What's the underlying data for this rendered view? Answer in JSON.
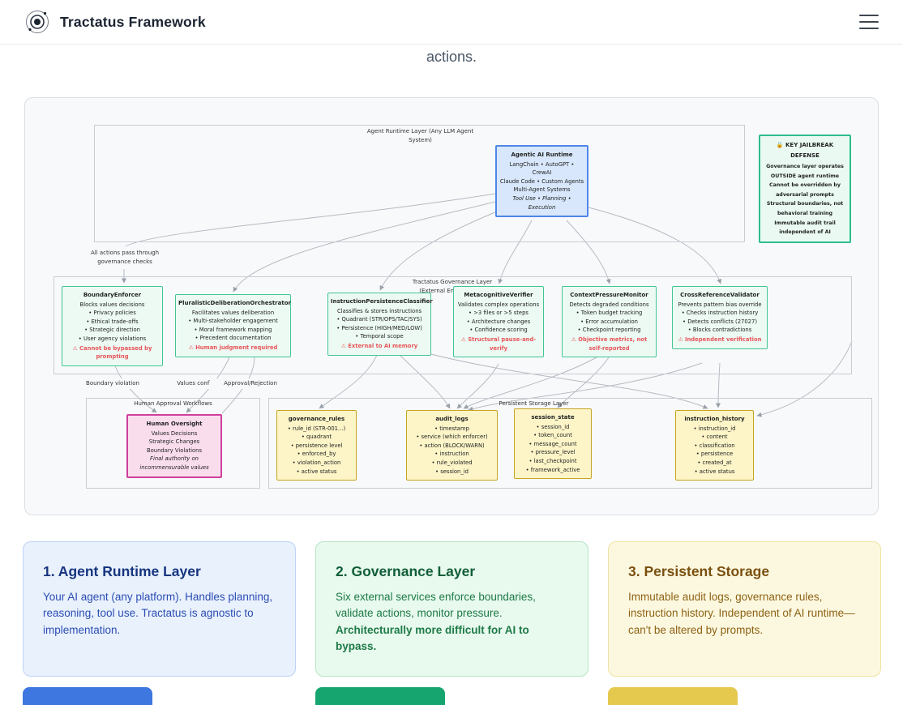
{
  "header": {
    "title": "Tractatus Framework"
  },
  "page": {
    "partial_text": "actions."
  },
  "colors": {
    "runtime_blue": "#4f86e8",
    "governance_green": "#2ebd8d",
    "human_pink": "#cf3f9d",
    "storage_yellow": "#c7a325",
    "warning_red": "#e8555b",
    "bar_blue": "#3e77e0",
    "bar_green": "#17a56f",
    "bar_yellow": "#e5c94f"
  },
  "diagram": {
    "runtime_layer_label": "Agent Runtime Layer (Any LLM Agent System)",
    "runtime_node": {
      "title": "Agentic AI Runtime",
      "lines": [
        "LangChain • AutoGPT • CrewAI",
        "Claude Code • Custom Agents",
        "Multi-Agent Systems"
      ],
      "italic": "Tool Use • Planning • Execution"
    },
    "jailbreak_box": {
      "lock_icon": "🔒",
      "title": "KEY JAILBREAK DEFENSE",
      "lines": [
        "Governance layer operates OUTSIDE agent runtime",
        "Cannot be overridden by adversarial prompts",
        "Structural boundaries, not behavioral training",
        "Immutable audit trail independent of AI"
      ]
    },
    "edge_labels": {
      "all_actions": "All actions pass through governance checks",
      "boundary_violation": "Boundary violation",
      "values_conflict": "Values conflict",
      "approval_rejection": "Approval/Rejection"
    },
    "governance_layer_label": "Tractatus Governance Layer (External Enforcement)",
    "services": [
      {
        "name": "BoundaryEnforcer",
        "desc": "Blocks values decisions",
        "bullets": [
          "• Privacy policies",
          "• Ethical trade-offs",
          "• Strategic direction",
          "• User agency violations"
        ],
        "warning": "⚠ Cannot be bypassed by prompting"
      },
      {
        "name": "PluralisticDeliberationOrchestrator",
        "desc": "Facilitates values deliberation",
        "bullets": [
          "• Multi-stakeholder engagement",
          "• Moral framework mapping",
          "• Precedent documentation"
        ],
        "warning": "⚠ Human judgment required"
      },
      {
        "name": "InstructionPersistenceClassifier",
        "desc": "Classifies & stores instructions",
        "bullets": [
          "• Quadrant (STR/OPS/TAC/SYS)",
          "• Persistence (HIGH/MED/LOW)",
          "• Temporal scope"
        ],
        "warning": "⚠ External to AI memory"
      },
      {
        "name": "MetacognitiveVerifier",
        "desc": "Validates complex operations",
        "bullets": [
          "• >3 files or >5 steps",
          "• Architecture changes",
          "• Confidence scoring"
        ],
        "warning": "⚠ Structural pause-and-verify"
      },
      {
        "name": "ContextPressureMonitor",
        "desc": "Detects degraded conditions",
        "bullets": [
          "• Token budget tracking",
          "• Error accumulation",
          "• Checkpoint reporting"
        ],
        "warning": "⚠ Objective metrics, not self-reported"
      },
      {
        "name": "CrossReferenceValidator",
        "desc": "Prevents pattern bias override",
        "bullets": [
          "• Checks instruction history",
          "• Detects conflicts (27027)",
          "• Blocks contradictions"
        ],
        "warning": "⚠ Independent verification"
      }
    ],
    "human_layer_label": "Human Approval Workflows",
    "human_node": {
      "title": "Human Oversight",
      "lines": [
        "Values Decisions",
        "Strategic Changes",
        "Boundary Violations"
      ],
      "italic": "Final authority on incommensurable values"
    },
    "storage_layer_label": "Persistent Storage Layer",
    "storage_nodes": [
      {
        "name": "governance_rules",
        "fields": [
          "• rule_id (STR-001...)",
          "• quadrant",
          "• persistence level",
          "• enforced_by",
          "• violation_action",
          "• active status"
        ]
      },
      {
        "name": "audit_logs",
        "fields": [
          "• timestamp",
          "• service (which enforcer)",
          "• action (BLOCK/WARN)",
          "• instruction",
          "• rule_violated",
          "• session_id"
        ]
      },
      {
        "name": "session_state",
        "fields": [
          "• session_id",
          "• token_count",
          "• message_count",
          "• pressure_level",
          "• last_checkpoint",
          "• framework_active"
        ]
      },
      {
        "name": "instruction_history",
        "fields": [
          "• instruction_id",
          "• content",
          "• classification",
          "• persistence",
          "• created_at",
          "• active status"
        ]
      }
    ]
  },
  "cards": [
    {
      "title": "1. Agent Runtime Layer",
      "body": "Your AI agent (any platform). Handles planning, reasoning, tool use. Tractatus is agnostic to implementation.",
      "body_bold": ""
    },
    {
      "title": "2. Governance Layer",
      "body": "Six external services enforce boundaries, validate actions, monitor pressure.",
      "body_bold": "Architecturally more difficult for AI to bypass."
    },
    {
      "title": "3. Persistent Storage",
      "body": "Immutable audit logs, governance rules, instruction history. Independent of AI runtime—can't be altered by prompts.",
      "body_bold": ""
    }
  ]
}
